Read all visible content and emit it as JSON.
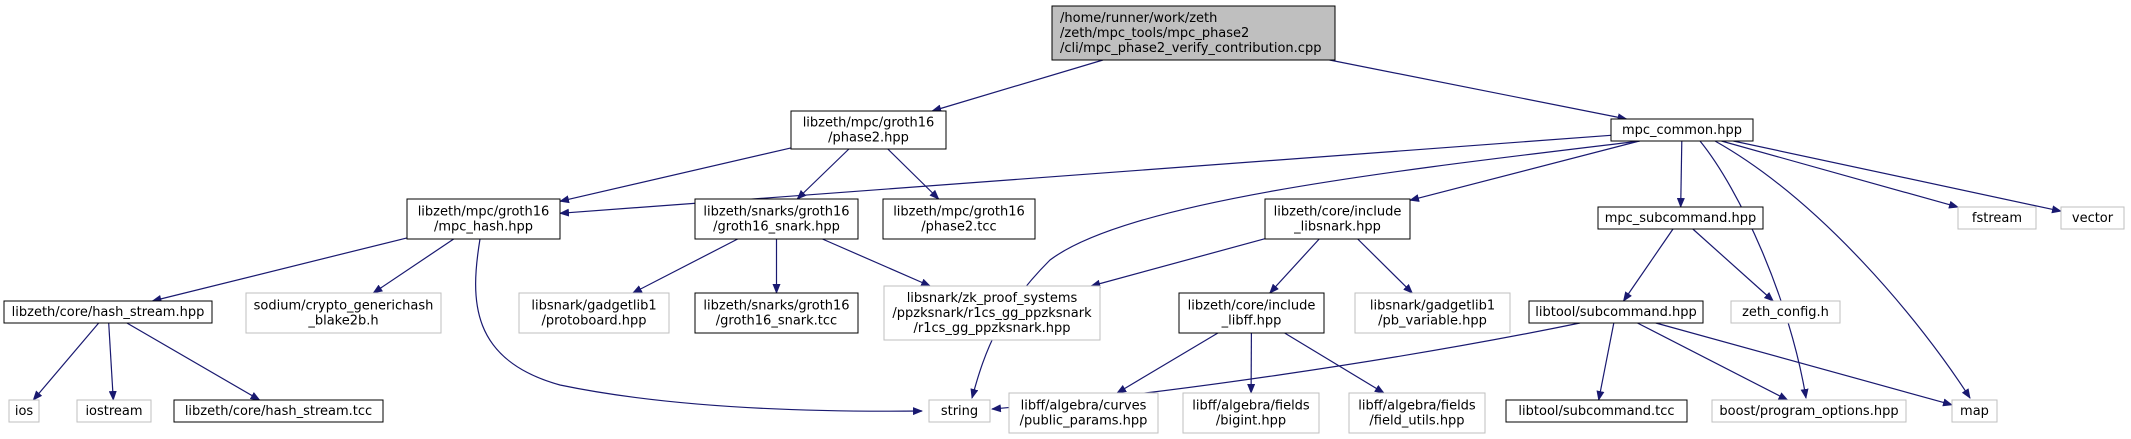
{
  "graph": {
    "nodes": [
      {
        "id": "root",
        "lines": [
          "/home/runner/work/zeth",
          "/zeth/mpc_tools/mpc_phase2",
          "/cli/mpc_phase2_verify_contribution.cpp"
        ],
        "style": "root"
      },
      {
        "id": "phase2_hpp",
        "lines": [
          "libzeth/mpc/groth16",
          "/phase2.hpp"
        ],
        "style": "normal"
      },
      {
        "id": "mpc_common",
        "lines": [
          "mpc_common.hpp"
        ],
        "style": "normal"
      },
      {
        "id": "mpc_hash",
        "lines": [
          "libzeth/mpc/groth16",
          "/mpc_hash.hpp"
        ],
        "style": "normal"
      },
      {
        "id": "groth16_snark",
        "lines": [
          "libzeth/snarks/groth16",
          "/groth16_snark.hpp"
        ],
        "style": "normal"
      },
      {
        "id": "phase2_tcc",
        "lines": [
          "libzeth/mpc/groth16",
          "/phase2.tcc"
        ],
        "style": "normal"
      },
      {
        "id": "include_libsnark",
        "lines": [
          "libzeth/core/include",
          "_libsnark.hpp"
        ],
        "style": "normal"
      },
      {
        "id": "mpc_subcommand",
        "lines": [
          "mpc_subcommand.hpp"
        ],
        "style": "normal"
      },
      {
        "id": "fstream",
        "lines": [
          "fstream"
        ],
        "style": "external"
      },
      {
        "id": "vector",
        "lines": [
          "vector"
        ],
        "style": "external"
      },
      {
        "id": "hash_stream_hpp",
        "lines": [
          "libzeth/core/hash_stream.hpp"
        ],
        "style": "normal"
      },
      {
        "id": "sodium",
        "lines": [
          "sodium/crypto_generichash",
          "_blake2b.h"
        ],
        "style": "external"
      },
      {
        "id": "protoboard",
        "lines": [
          "libsnark/gadgetlib1",
          "/protoboard.hpp"
        ],
        "style": "external"
      },
      {
        "id": "groth16_snark_tcc",
        "lines": [
          "libzeth/snarks/groth16",
          "/groth16_snark.tcc"
        ],
        "style": "normal"
      },
      {
        "id": "r1cs_gg",
        "lines": [
          "libsnark/zk_proof_systems",
          "/ppzksnark/r1cs_gg_ppzksnark",
          "/r1cs_gg_ppzksnark.hpp"
        ],
        "style": "external"
      },
      {
        "id": "include_libff",
        "lines": [
          "libzeth/core/include",
          "_libff.hpp"
        ],
        "style": "normal"
      },
      {
        "id": "pb_variable",
        "lines": [
          "libsnark/gadgetlib1",
          "/pb_variable.hpp"
        ],
        "style": "external"
      },
      {
        "id": "libtool_subcommand",
        "lines": [
          "libtool/subcommand.hpp"
        ],
        "style": "normal"
      },
      {
        "id": "zeth_config",
        "lines": [
          "zeth_config.h"
        ],
        "style": "external"
      },
      {
        "id": "ios",
        "lines": [
          "ios"
        ],
        "style": "external"
      },
      {
        "id": "iostream",
        "lines": [
          "iostream"
        ],
        "style": "external"
      },
      {
        "id": "hash_stream_tcc",
        "lines": [
          "libzeth/core/hash_stream.tcc"
        ],
        "style": "normal"
      },
      {
        "id": "string",
        "lines": [
          "string"
        ],
        "style": "external"
      },
      {
        "id": "public_params",
        "lines": [
          "libff/algebra/curves",
          "/public_params.hpp"
        ],
        "style": "external"
      },
      {
        "id": "bigint",
        "lines": [
          "libff/algebra/fields",
          "/bigint.hpp"
        ],
        "style": "external"
      },
      {
        "id": "field_utils",
        "lines": [
          "libff/algebra/fields",
          "/field_utils.hpp"
        ],
        "style": "external"
      },
      {
        "id": "libtool_subcommand_tcc",
        "lines": [
          "libtool/subcommand.tcc"
        ],
        "style": "normal"
      },
      {
        "id": "program_options",
        "lines": [
          "boost/program_options.hpp"
        ],
        "style": "external"
      },
      {
        "id": "map",
        "lines": [
          "map"
        ],
        "style": "external"
      }
    ],
    "edges": [
      {
        "from": "root",
        "to": "phase2_hpp"
      },
      {
        "from": "root",
        "to": "mpc_common"
      },
      {
        "from": "phase2_hpp",
        "to": "mpc_hash"
      },
      {
        "from": "phase2_hpp",
        "to": "groth16_snark"
      },
      {
        "from": "phase2_hpp",
        "to": "phase2_tcc"
      },
      {
        "from": "mpc_common",
        "to": "mpc_hash"
      },
      {
        "from": "mpc_common",
        "to": "string"
      },
      {
        "from": "mpc_common",
        "to": "include_libsnark"
      },
      {
        "from": "mpc_common",
        "to": "mpc_subcommand"
      },
      {
        "from": "mpc_common",
        "to": "fstream"
      },
      {
        "from": "mpc_common",
        "to": "vector"
      },
      {
        "from": "mpc_common",
        "to": "program_options"
      },
      {
        "from": "mpc_common",
        "to": "map"
      },
      {
        "from": "mpc_hash",
        "to": "hash_stream_hpp"
      },
      {
        "from": "mpc_hash",
        "to": "sodium"
      },
      {
        "from": "mpc_hash",
        "to": "string"
      },
      {
        "from": "groth16_snark",
        "to": "protoboard"
      },
      {
        "from": "groth16_snark",
        "to": "groth16_snark_tcc"
      },
      {
        "from": "groth16_snark",
        "to": "r1cs_gg"
      },
      {
        "from": "include_libsnark",
        "to": "r1cs_gg"
      },
      {
        "from": "include_libsnark",
        "to": "include_libff"
      },
      {
        "from": "include_libsnark",
        "to": "pb_variable"
      },
      {
        "from": "mpc_subcommand",
        "to": "libtool_subcommand"
      },
      {
        "from": "mpc_subcommand",
        "to": "zeth_config"
      },
      {
        "from": "hash_stream_hpp",
        "to": "ios"
      },
      {
        "from": "hash_stream_hpp",
        "to": "iostream"
      },
      {
        "from": "hash_stream_hpp",
        "to": "hash_stream_tcc"
      },
      {
        "from": "include_libff",
        "to": "public_params"
      },
      {
        "from": "include_libff",
        "to": "bigint"
      },
      {
        "from": "include_libff",
        "to": "field_utils"
      },
      {
        "from": "libtool_subcommand",
        "to": "string"
      },
      {
        "from": "libtool_subcommand",
        "to": "libtool_subcommand_tcc"
      },
      {
        "from": "libtool_subcommand",
        "to": "program_options"
      },
      {
        "from": "libtool_subcommand",
        "to": "map"
      }
    ]
  },
  "colors": {
    "edge": "#191970",
    "node_border": "#000000",
    "external_border": "#bfbfbf",
    "root_fill": "#bfbfbf",
    "text": "#000000"
  }
}
